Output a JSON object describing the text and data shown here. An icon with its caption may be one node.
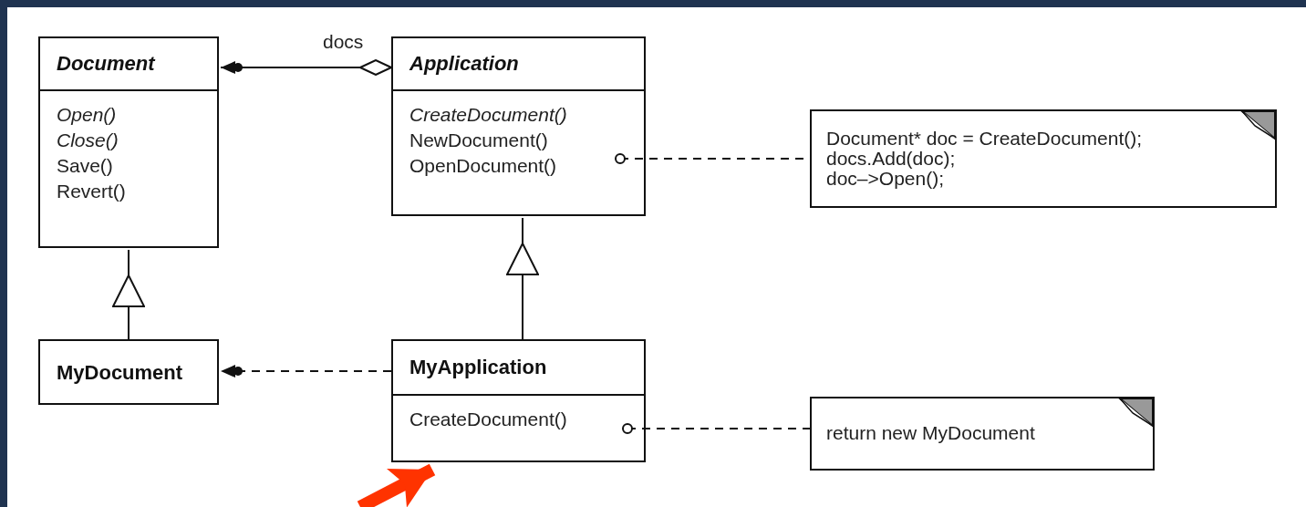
{
  "diagram": {
    "nodes": [
      {
        "text": [
          "Document",
          "Open()",
          "Close()",
          "Save()",
          "Revert()"
        ]
      },
      {
        "text": [
          "Application",
          "CreateDocument()",
          "NewDocument()",
          "OpenDocument()"
        ]
      },
      {
        "text": [
          "Document* doc = CreateDocument();",
          "docs.Add(doc);",
          "doc–>Open();"
        ]
      },
      {
        "text": [
          "MyDocument"
        ]
      },
      {
        "text": [
          "MyApplication",
          "CreateDocument()"
        ]
      },
      {
        "text": [
          "return new MyDocument"
        ]
      }
    ],
    "edges": [
      {
        "from": 1,
        "to": 0,
        "arrow": "to",
        "label": "docs"
      },
      {
        "from": 3,
        "to": 0,
        "arrow": "to"
      },
      {
        "from": 4,
        "to": 1,
        "arrow": "to"
      },
      {
        "from": 4,
        "to": 3,
        "arrow": "to",
        "style": "dashed"
      },
      {
        "from": 1,
        "to": 2,
        "arrow": "other",
        "style": "dashed"
      },
      {
        "from": 4,
        "to": 5,
        "arrow": "other",
        "style": "dashed"
      },
      {
        "from": null,
        "to": 4,
        "arrow": "to",
        "style": "thick",
        "color": "#ff3300"
      }
    ]
  }
}
